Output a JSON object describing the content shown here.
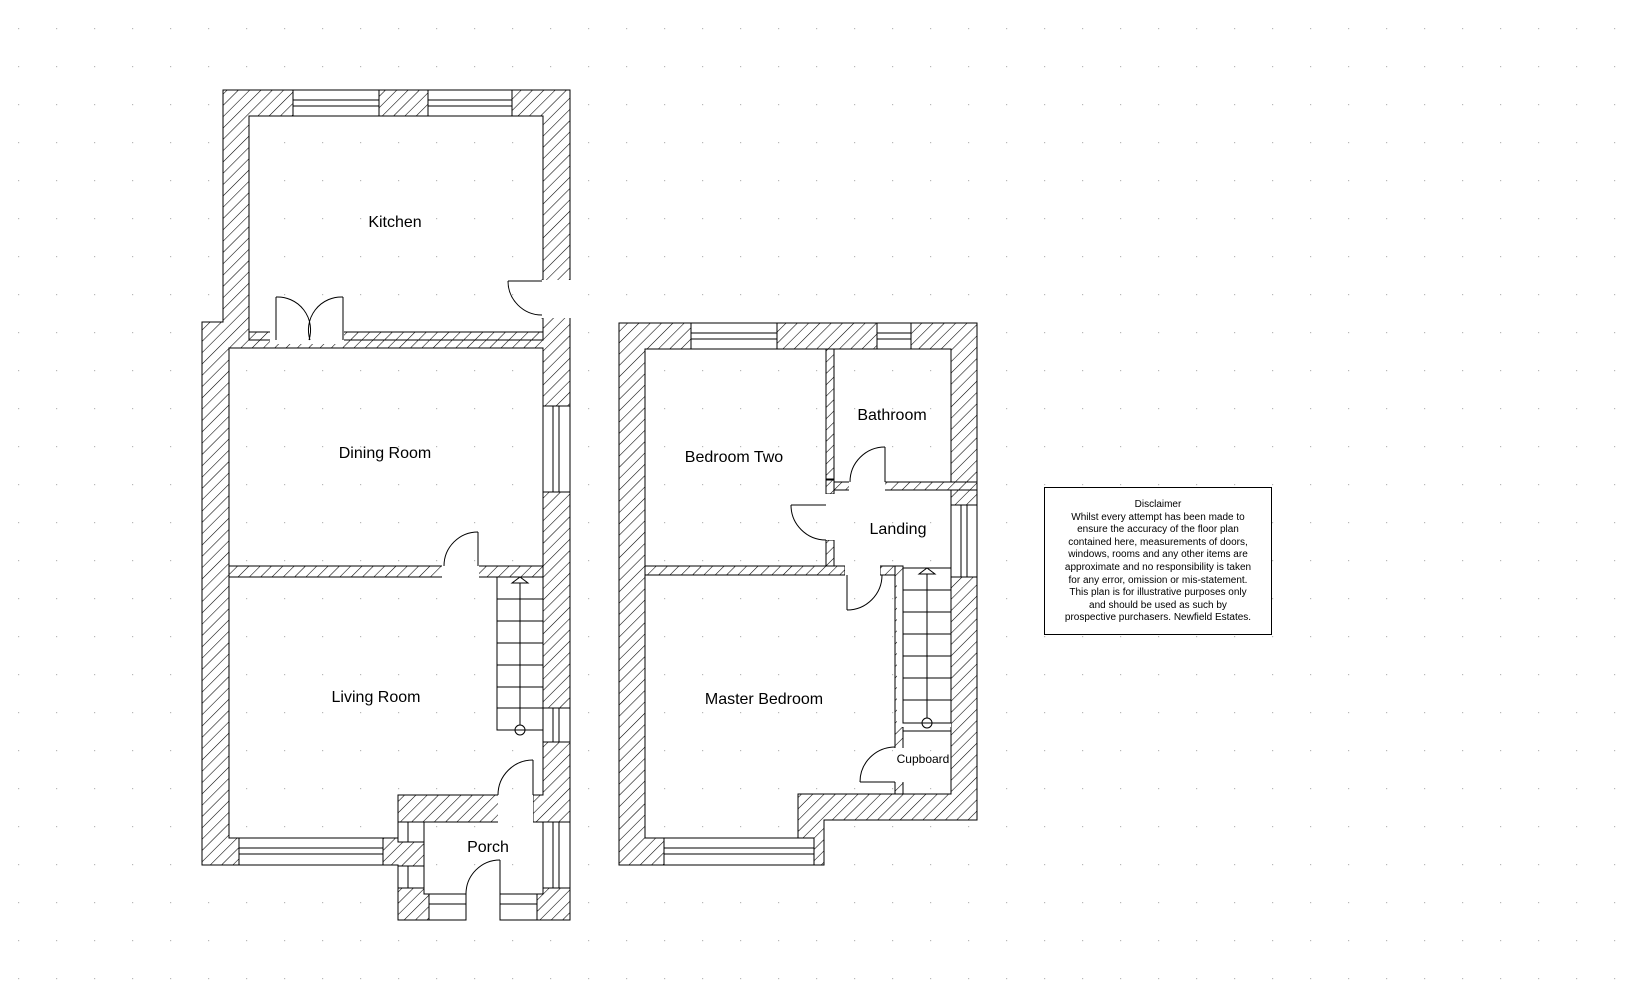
{
  "colors": {
    "wall_hatch": "#000000",
    "background": "#ffffff",
    "grid_dot": "#b8b8b8"
  },
  "ground_floor": {
    "kitchen": "Kitchen",
    "dining_room": "Dining Room",
    "living_room": "Living Room",
    "porch": "Porch"
  },
  "first_floor": {
    "bedroom_two": "Bedroom Two",
    "bathroom": "Bathroom",
    "landing": "Landing",
    "master_bedroom": "Master Bedroom",
    "cupboard": "Cupboard"
  },
  "disclaimer": {
    "title": "Disclaimer",
    "lines": [
      "Whilst every attempt has been made to",
      "ensure the accuracy of the floor plan",
      "contained here, measurements of doors,",
      "windows, rooms and any other items are",
      "approximate and no responsibility is taken",
      "for any error, omission or mis-statement.",
      "This plan is for illustrative purposes only",
      "and should be used as such by",
      "prospective purchasers. Newfield Estates."
    ]
  }
}
